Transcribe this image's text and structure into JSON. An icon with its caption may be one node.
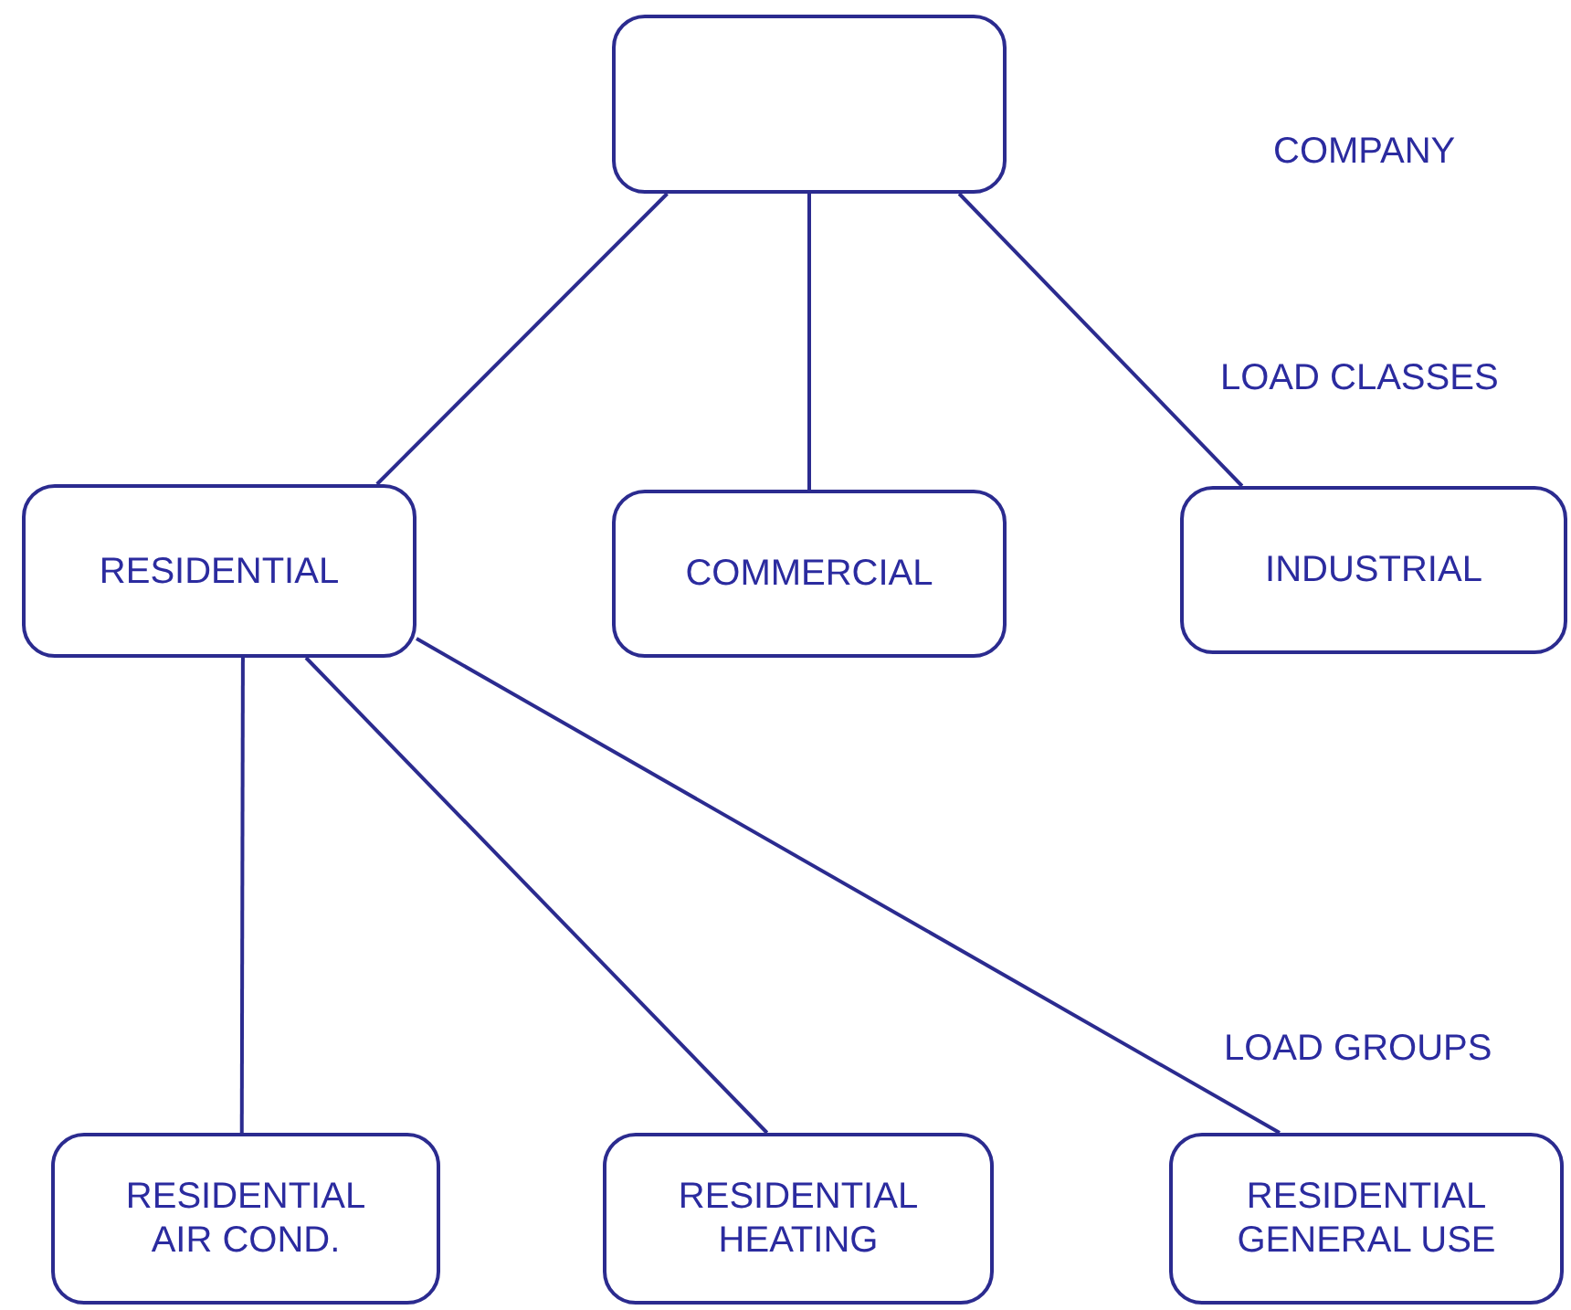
{
  "diagram": {
    "nodes": [
      {
        "text": [],
        "shape": "box"
      },
      {
        "text": [
          "RESIDENTIAL"
        ]
      },
      {
        "text": [
          "COMMERCIAL"
        ]
      },
      {
        "text": [
          "INDUSTRIAL"
        ]
      },
      {
        "text": [
          "RESIDENTIAL AIR COND."
        ]
      },
      {
        "text": [
          "RESIDENTIAL HEATING"
        ]
      },
      {
        "text": [
          "RESIDENTIAL GENERAL USE"
        ]
      }
    ],
    "edges": [
      {
        "from": 0,
        "to": 1,
        "arrow": "none"
      },
      {
        "from": 0,
        "to": 2,
        "arrow": "none"
      },
      {
        "from": 0,
        "to": 3,
        "arrow": "none"
      },
      {
        "from": 1,
        "to": 4,
        "arrow": "none"
      },
      {
        "from": 1,
        "to": 5,
        "arrow": "none"
      },
      {
        "from": 1,
        "to": 6,
        "arrow": "none"
      }
    ],
    "labels": [
      "COMPANY",
      "LOAD CLASSES",
      "LOAD GROUPS"
    ]
  }
}
